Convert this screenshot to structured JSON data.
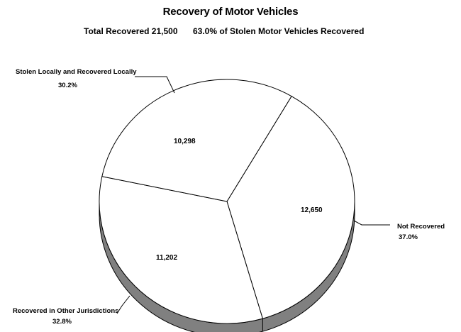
{
  "chart_data": {
    "type": "pie",
    "title": "Recovery of Motor Vehicles",
    "subtitle_total": "Total Recovered 21,500",
    "subtitle_pct": "63.0% of Stolen Motor Vehicles Recovered",
    "slices": [
      {
        "label": "Stolen Locally and Recovered Locally",
        "value": 10298,
        "value_text": "10,298",
        "percent": 30.2,
        "percent_text": "30.2%"
      },
      {
        "label": "Not Recovered",
        "value": 12650,
        "value_text": "12,650",
        "percent": 37.0,
        "percent_text": "37.0%"
      },
      {
        "label": "Recovered in Other Jurisdictions",
        "value": 11202,
        "value_text": "11,202",
        "percent": 32.8,
        "percent_text": "32.8%"
      }
    ],
    "colors": {
      "face": "#ffffff",
      "edge": "#808080",
      "line": "#000000"
    }
  }
}
